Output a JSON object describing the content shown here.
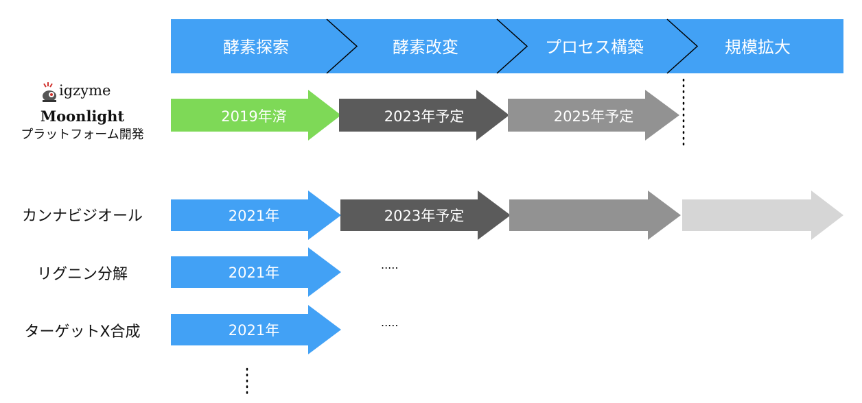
{
  "stages": [
    "酵素探索",
    "酵素改変",
    "プロセス構築",
    "規模拡大"
  ],
  "logo": {
    "brand": "igzyme",
    "product": "Moonlight",
    "subtitle": "プラットフォーム開発"
  },
  "rows": [
    {
      "label": "",
      "arrows": [
        {
          "text": "2019年済",
          "color": "#7ed957"
        },
        {
          "text": "2023年予定",
          "color": "#5b5b5b"
        },
        {
          "text": "2025年予定",
          "color": "#929292"
        }
      ]
    },
    {
      "label": "カンナビジオール",
      "arrows": [
        {
          "text": "2021年",
          "color": "#42a1f5"
        },
        {
          "text": "2023年予定",
          "color": "#5b5b5b"
        },
        {
          "text": "",
          "color": "#929292"
        },
        {
          "text": "",
          "color": "#d6d6d6"
        }
      ]
    },
    {
      "label": "リグニン分解",
      "arrows": [
        {
          "text": "2021年",
          "color": "#42a1f5"
        }
      ],
      "trailing": "....."
    },
    {
      "label": "ターゲットX合成",
      "arrows": [
        {
          "text": "2021年",
          "color": "#42a1f5"
        }
      ],
      "trailing": "....."
    }
  ],
  "colors": {
    "header": "#42a1f5",
    "header_text": "#ffffff",
    "arrow_text": "#ffffff"
  }
}
